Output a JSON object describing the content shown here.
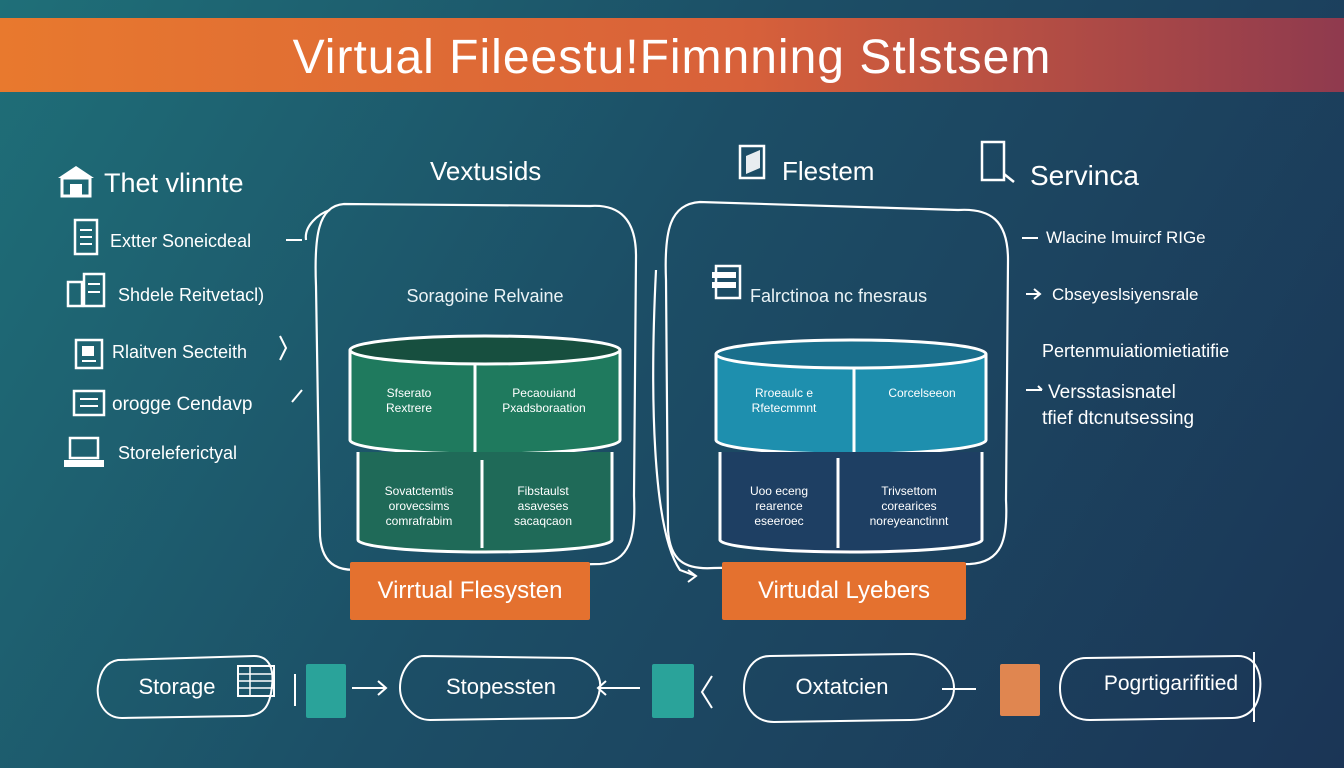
{
  "title": "Virtual Fileestu!Fimnning Stlstsem",
  "columns": {
    "left_head": "Thet vlinnte",
    "middle_head": "Vextusids",
    "right_head": "Flestem",
    "far_right_head": "Servinca"
  },
  "left_items": [
    {
      "label": "Extter Soneicdeal",
      "icon": "document-icon"
    },
    {
      "label": "Shdele Reitvetacl)",
      "icon": "cabinet-icon"
    },
    {
      "label": "Rlaitven Secteith",
      "icon": "file-icon"
    },
    {
      "label": "orogge Cendavp",
      "icon": "folder-icon"
    },
    {
      "label": "Storeleferictyal",
      "icon": "computer-icon"
    }
  ],
  "right_items": [
    {
      "label": "Wlacine lmuircf RIGe"
    },
    {
      "label": "Cbseyeslsiyensrale"
    },
    {
      "label": "Pertenmuiatiomietiatifie"
    },
    {
      "label": "Versstasisnatel"
    },
    {
      "label": "tfief dtcnutsessing"
    }
  ],
  "left_panel": {
    "label": "Soragoine Relvaine",
    "top_cells": [
      "Sfserato\nRextrere",
      "Pecaouiand\nPxadsboraation"
    ],
    "bottom_cells": [
      "Sovatctemtis\norovecsims\ncomrafrabim",
      "Fibstaulst\nasaveses\nsacaqcaon"
    ],
    "footer": "Virrtual Flesysten"
  },
  "right_panel": {
    "label": "Falrctinoa nc fnesraus",
    "top_cells": [
      "Rroeaulc e\nRfetecmmnt",
      "Corcelseeon"
    ],
    "bottom_cells": [
      "Uoo eceng\nrearence\neseeroec",
      "Trivsettom\ncorearices\nnoreyeanctinnt"
    ],
    "footer": "Virtudal Lyebers"
  },
  "flow_nodes": [
    {
      "label": "Storage"
    },
    {
      "label": "Stopessten"
    },
    {
      "label": "Oxtatcien"
    },
    {
      "label": "Pogrtigarifitied"
    }
  ],
  "colors": {
    "background_start": "#1f6f78",
    "background_end": "#1b3556",
    "title_orange": "#e8792e",
    "title_red": "#8f3a4e",
    "green_cylinder": "#1f7a5e",
    "cyan_cylinder": "#1e8fae",
    "navy_cylinder": "#1e3f63",
    "teal_block": "#2aa39a",
    "orange_block": "#e08650",
    "footer_orange": "#e4712f"
  }
}
